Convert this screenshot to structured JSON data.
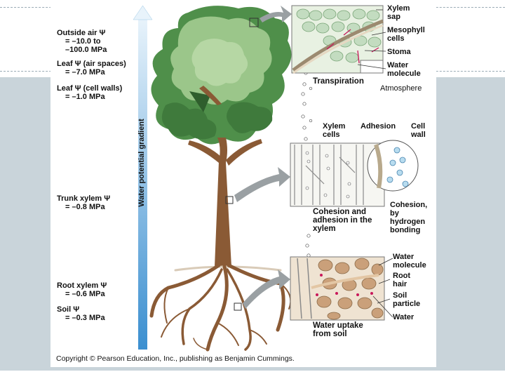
{
  "left_labels": {
    "outside_air": {
      "name": "Outside air Ψ",
      "val1": "= –10.0 to",
      "val2": "–100.0 MPa"
    },
    "leaf_air": {
      "name": "Leaf Ψ (air spaces)",
      "val": "= –7.0 MPa"
    },
    "leaf_walls": {
      "name": "Leaf Ψ (cell walls)",
      "val": "= –1.0 MPa"
    },
    "trunk": {
      "name": "Trunk xylem Ψ",
      "val": "= –0.8 MPa"
    },
    "root": {
      "name": "Root xylem Ψ",
      "val": "= –0.6 MPa"
    },
    "soil": {
      "name": "Soil Ψ",
      "val": "= –0.3 MPa"
    }
  },
  "gradient_label": "Water potential gradient",
  "panel_top": {
    "xylem_sap": "Xylem sap",
    "mesophyll": "Mesophyll cells",
    "stoma": "Stoma",
    "water_molecule": "Water molecule",
    "title": "Transpiration",
    "atmosphere": "Atmosphere"
  },
  "panel_mid": {
    "xylem_cells": "Xylem cells",
    "adhesion": "Adhesion",
    "cell_wall": "Cell wall",
    "title": "Cohesion and adhesion in the xylem",
    "cohesion": "Cohesion, by hydrogen bonding"
  },
  "panel_bottom": {
    "water_molecule": "Water molecule",
    "root_hair": "Root hair",
    "soil_particle": "Soil particle",
    "water": "Water",
    "title": "Water uptake from soil"
  },
  "copyright": "Copyright © Pearson Education, Inc., publishing as Benjamin Cummings.",
  "colors": {
    "gradient_arrow": "#4a9ad6",
    "leaf": "#4f8f4a",
    "leaf_light": "#9bc68a",
    "trunk": "#8a5a35",
    "water": "#c8175a"
  }
}
